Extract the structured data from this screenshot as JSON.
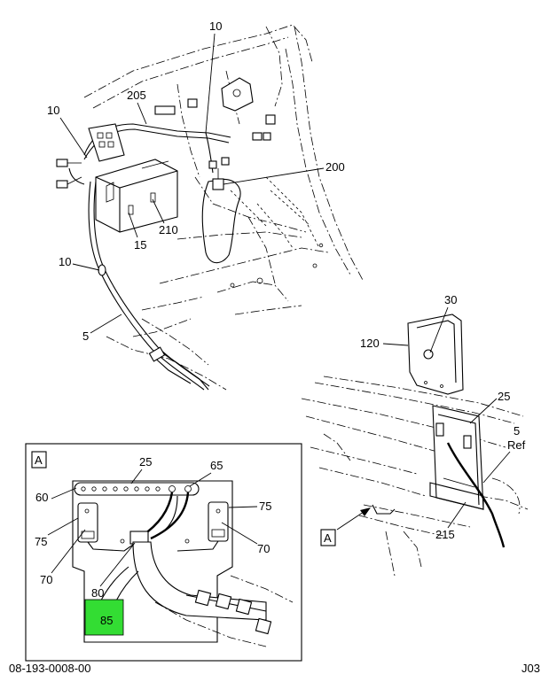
{
  "callouts": {
    "top_10": "10",
    "left_10": "10",
    "c205": "205",
    "c200": "200",
    "c210": "210",
    "c15": "15",
    "mid_10": "10",
    "c5": "5",
    "c30": "30",
    "c120": "120",
    "c25_right": "25",
    "c5_ref": "5",
    "ref_label": "Ref",
    "c215": "215",
    "detail_a_box": "A",
    "c25_detail": "25",
    "c65": "65",
    "c60": "60",
    "c75_left": "75",
    "c75_right": "75",
    "c70_left": "70",
    "c70_right": "70",
    "c80": "80",
    "c85": "85"
  },
  "detail_label": "A",
  "view_arrow_label": "A",
  "footer": {
    "drawing_number": "08-193-0008-00",
    "page_ref": "J03"
  },
  "colors": {
    "highlight": "#33dd33",
    "line": "#000000"
  }
}
